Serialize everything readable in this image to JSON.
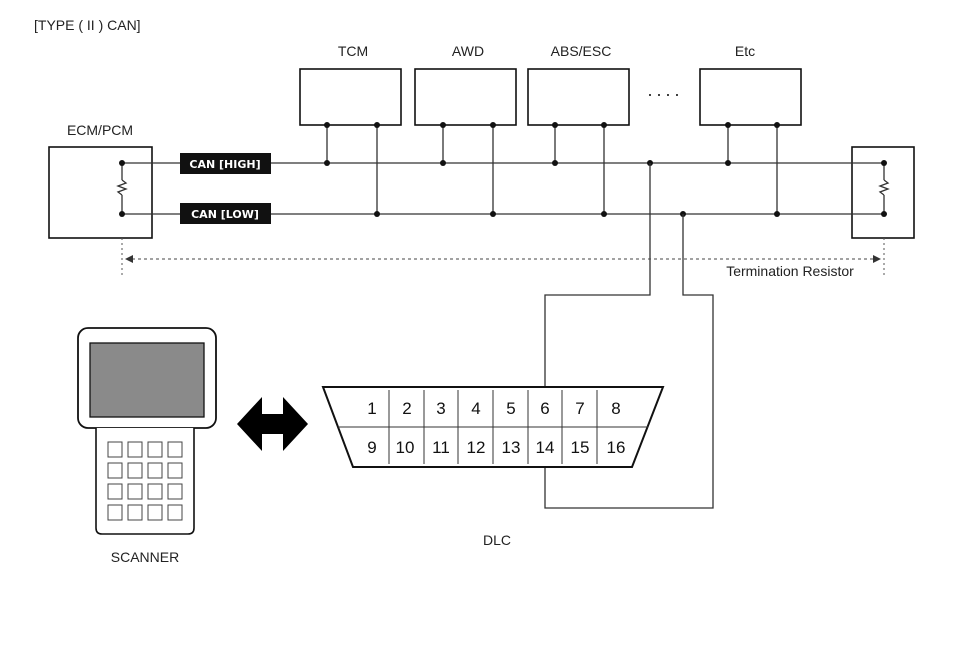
{
  "title": "[TYPE ( II ) CAN]",
  "nodes": {
    "ecm": "ECM/PCM",
    "tcm": "TCM",
    "awd": "AWD",
    "abs": "ABS/ESC",
    "etc": "Etc",
    "ellipsis": "····"
  },
  "bus": {
    "high": "CAN [HIGH]",
    "low": "CAN [LOW]"
  },
  "termination": "Termination Resistor",
  "scanner": "SCANNER",
  "dlc": {
    "label": "DLC",
    "pins_top": [
      "1",
      "2",
      "3",
      "4",
      "5",
      "6",
      "7",
      "8"
    ],
    "pins_bottom": [
      "9",
      "10",
      "11",
      "12",
      "13",
      "14",
      "15",
      "16"
    ]
  }
}
